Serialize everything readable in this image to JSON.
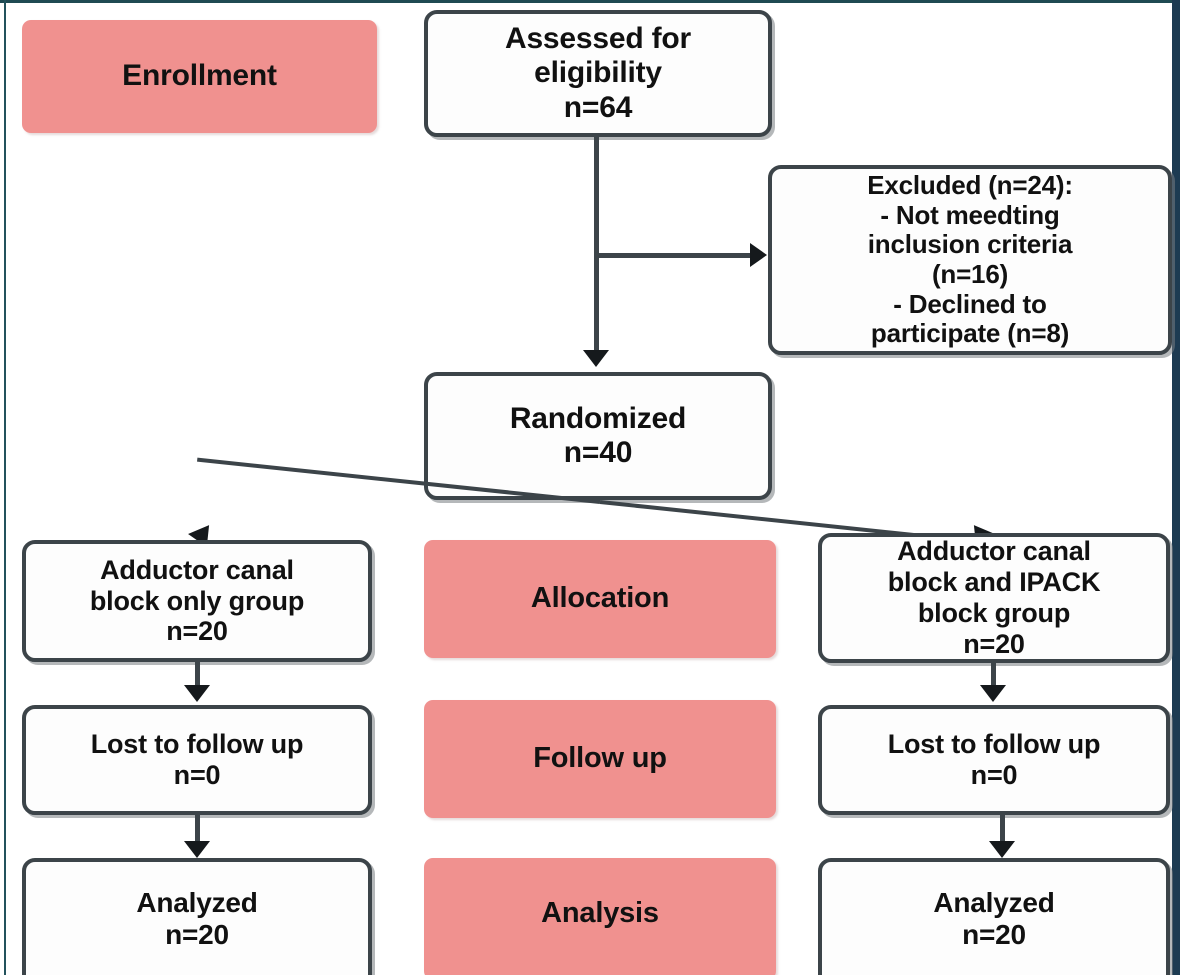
{
  "diagram": {
    "type": "CONSORT participant flow diagram",
    "stage_labels": [
      {
        "id": "enrollment",
        "label": "Enrollment"
      },
      {
        "id": "allocation",
        "label": "Allocation"
      },
      {
        "id": "follow-up",
        "label": "Follow up"
      },
      {
        "id": "analysis",
        "label": "Analysis"
      }
    ],
    "nodes": {
      "assessed": {
        "label": "Assessed for\neligibility\nn=64",
        "n": 64
      },
      "excluded": {
        "label": "Excluded (n=24):\n- Not meedting\ninclusion criteria\n(n=16)\n- Declined to\nparticipate (n=8)",
        "n": 24
      },
      "randomized": {
        "label": "Randomized\nn=40",
        "n": 40
      },
      "group_left_alloc": {
        "label": "Adductor canal\nblock only group\nn=20",
        "n": 20
      },
      "group_right_alloc": {
        "label": "Adductor canal\nblock and IPACK\nblock group\nn=20",
        "n": 20
      },
      "lost_left": {
        "label": "Lost to follow up\nn=0",
        "n": 0
      },
      "lost_right": {
        "label": "Lost to follow up\nn=0",
        "n": 0
      },
      "analyzed_left": {
        "label": "Analyzed\nn=20",
        "n": 20
      },
      "analyzed_right": {
        "label": "Analyzed\nn=20",
        "n": 20
      }
    },
    "colors": {
      "stage_fill": "#f0918f",
      "box_border": "#3c4449",
      "box_fill": "#fdfdfd",
      "connector": "#3c4449",
      "text": "#111111"
    }
  }
}
